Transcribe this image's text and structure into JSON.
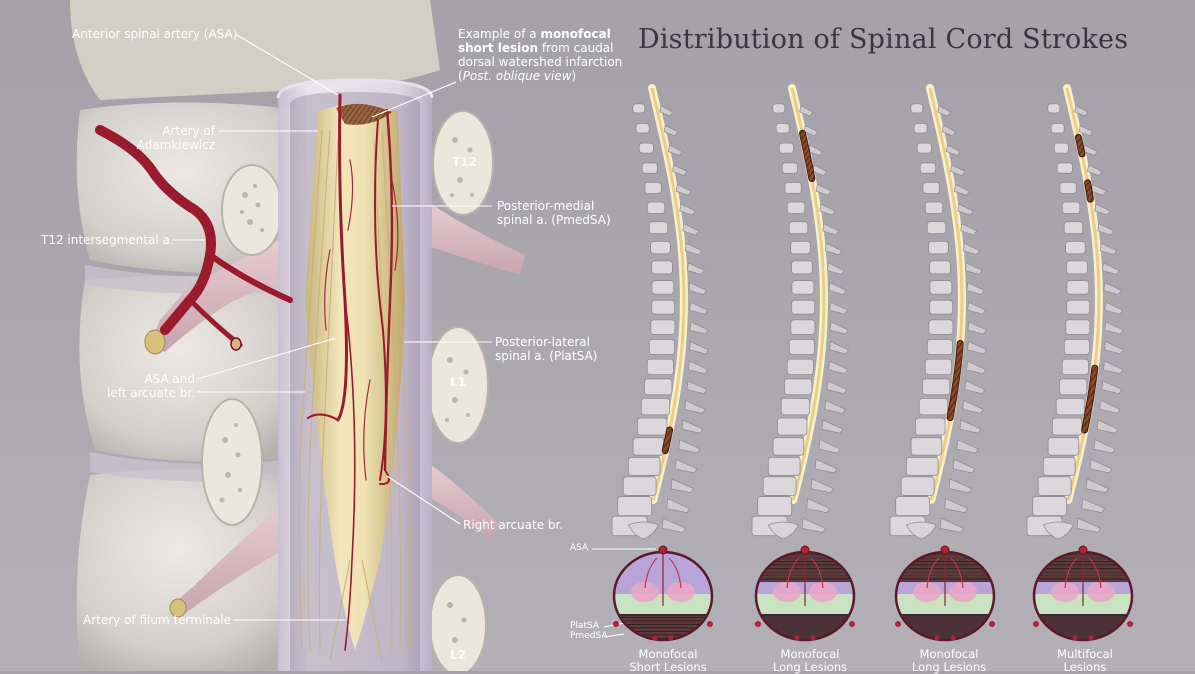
{
  "title": "Distribution of Spinal Cord Strokes",
  "labels": {
    "asa": "Anterior spinal artery (ASA)",
    "adamkiewicz": [
      "Artery of",
      "Adamkiewicz"
    ],
    "t12_intersegmental": "T12 intersegmental a.",
    "asa_left_arcuate": [
      "ASA and",
      "left arcuate br."
    ],
    "filum": "Artery of filum terminale",
    "example": {
      "pre": "Example of a ",
      "bold1": "monofocal",
      "bold2": "short lesion",
      "post": " from caudal",
      "line3": "dorsal watershed infarction",
      "italic": "Post. oblique view"
    },
    "pmedsa": [
      "Posterior-medial",
      "spinal a. (PmedSA)"
    ],
    "platsa": [
      "Posterior-lateral",
      "spinal a. (PlatSA)"
    ],
    "right_arcuate": "Right arcuate br."
  },
  "vertebra_labels": [
    "T12",
    "L1",
    "L2"
  ],
  "cross_section_labels": {
    "asa": "ASA",
    "platsa": "PlatSA",
    "pmedsa": "PmedSA"
  },
  "panels": [
    {
      "caption": [
        "Monofocal",
        "Short Lesions"
      ]
    },
    {
      "caption": [
        "Monofocal",
        "Long Lesions"
      ]
    },
    {
      "caption": [
        "Monofocal",
        "Long Lesions"
      ]
    },
    {
      "caption": [
        "Multifocal",
        "Lesions"
      ]
    }
  ],
  "colors": {
    "title": "#3e3345",
    "artery": "#9a1b2c",
    "cord": "#e7d9a6",
    "lesion": "#7a3f1f",
    "bone": "#d9d6d8",
    "cross_upper": "#b9a5d8",
    "cross_lower": "#c7e2c1"
  }
}
